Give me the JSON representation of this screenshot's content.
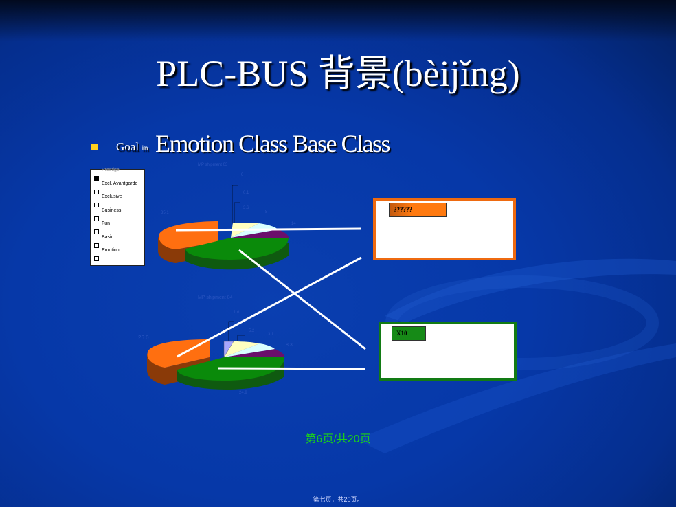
{
  "slide": {
    "title": "PLC-BUS 背景(bèijǐng)",
    "bullet_prefix": "Goal",
    "bullet_small": "in",
    "bullet_heading": "Emotion Class Base Class",
    "pager": "第6页/共20页",
    "footer": "第七页，共20页。"
  },
  "legend": {
    "items": [
      "Prestige",
      "Excl. Avantgarde",
      "Exclusive",
      "Business",
      "Fun",
      "Basic",
      "Emotion"
    ]
  },
  "boxes": {
    "orange_label": "??????",
    "green_label": "X10"
  },
  "colors": {
    "background": "#0638a8",
    "orange": "#ee6a10",
    "green": "#127b14",
    "pager": "#1ad11a",
    "bullet": "#ffd21f"
  },
  "chart_data": [
    {
      "type": "pie",
      "title": "MP shipment 03",
      "labels": [
        "0",
        "0.1",
        "3.6",
        "8",
        "14",
        "35.1"
      ],
      "slice_colors": [
        "#6b6bff",
        "#ffffc0",
        "#d8ffff",
        "#6b0f6b",
        "#0a8a0a",
        "#ff6f10"
      ]
    },
    {
      "type": "pie",
      "title": "MP shipment 04",
      "labels": [
        "1.6",
        "5.2",
        "3.1",
        "8.3",
        "24.9",
        "26.0"
      ],
      "slice_colors": [
        "#a6a6ff",
        "#ffffc0",
        "#d8ffff",
        "#6b0f6b",
        "#0a8a0a",
        "#ff6f10"
      ]
    }
  ]
}
